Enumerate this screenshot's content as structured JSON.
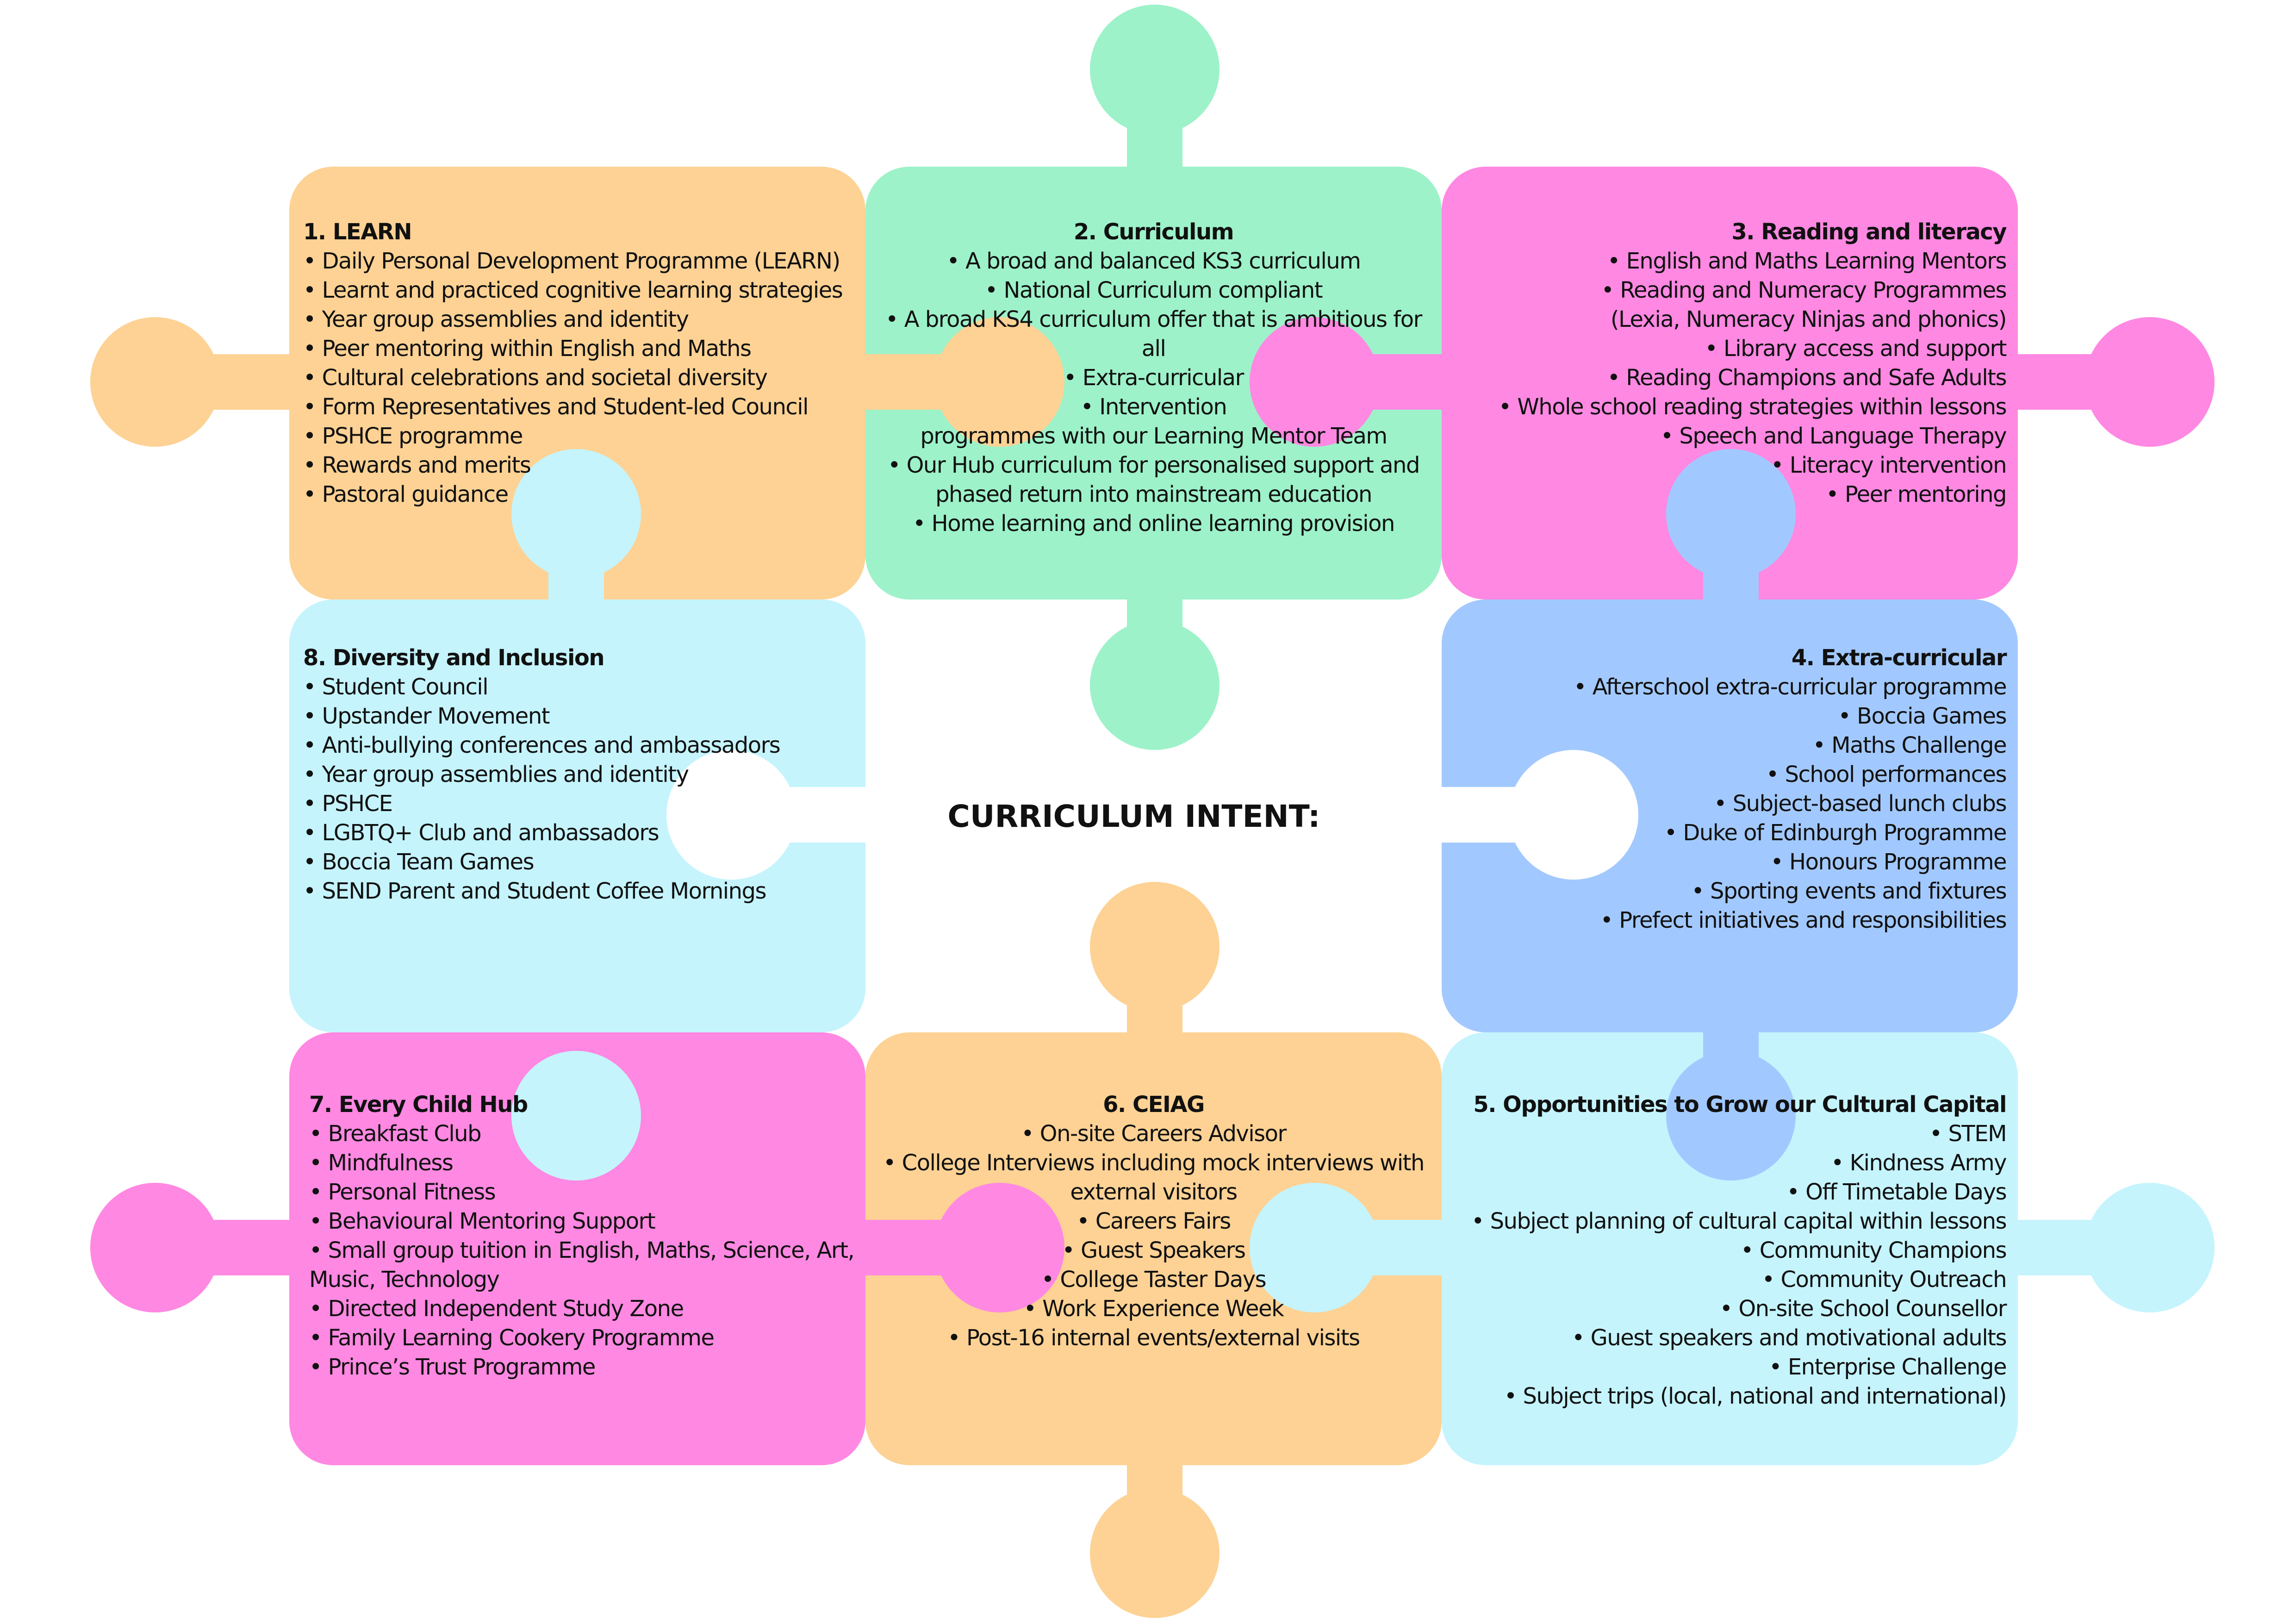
{
  "center_title": "CURRICULUM INTENT:",
  "colors": {
    "orange": "#fdd294",
    "green": "#9df2c9",
    "pink": "#ff88e2",
    "light_blue": "#c5f4fd",
    "blue": "#a2c9ff"
  },
  "pieces": [
    {
      "key": "learn",
      "title": "1. LEARN",
      "items": [
        "• Daily Personal Development Programme (LEARN)",
        "• Learnt and practiced cognitive learning strategies",
        "• Year group assemblies and identity",
        "• Peer mentoring within English and Maths",
        "• Cultural celebrations and societal diversity",
        "• Form Representatives and Student-led Council",
        "• PSHCE programme",
        "• Rewards and merits",
        "• Pastoral guidance"
      ]
    },
    {
      "key": "curriculum",
      "title": "2. Curriculum",
      "items": [
        "• A broad and balanced KS3 curriculum",
        "• National Curriculum compliant",
        "• A broad KS4 curriculum offer that is ambitious for all",
        "• Extra-curricular",
        "• Intervention",
        "programmes with our Learning Mentor Team",
        "• Our Hub curriculum for personalised support and phased return into mainstream education",
        "• Home learning and online learning provision"
      ]
    },
    {
      "key": "reading",
      "title": "3. Reading and literacy",
      "items": [
        "• English and Maths Learning Mentors",
        "• Reading and Numeracy Programmes",
        "(Lexia, Numeracy Ninjas and phonics)",
        "• Library access and support",
        "• Reading Champions and Safe Adults",
        "• Whole school reading strategies within lessons",
        "• Speech and Language Therapy",
        "• Literacy intervention",
        "• Peer mentoring"
      ]
    },
    {
      "key": "extra",
      "title": "4. Extra-curricular",
      "items": [
        "• Afterschool extra-curricular programme",
        "• Boccia Games",
        "• Maths Challenge",
        "• School performances",
        "• Subject-based lunch clubs",
        "• Duke of Edinburgh Programme",
        "• Honours Programme",
        "• Sporting events and fixtures",
        "• Prefect initiatives and responsibilities"
      ]
    },
    {
      "key": "cultural",
      "title": "5. Opportunities to Grow our Cultural Capital",
      "items": [
        "• STEM",
        "• Kindness Army",
        "• Off Timetable Days",
        "• Subject planning of cultural capital within lessons",
        "• Community Champions",
        "• Community Outreach",
        "• On-site School Counsellor",
        "• Guest speakers and motivational adults",
        "• Enterprise Challenge",
        "• Subject trips (local, national and international)"
      ]
    },
    {
      "key": "ceiag",
      "title": "6. CEIAG",
      "items": [
        "• On-site Careers Advisor",
        "• College Interviews including mock interviews with external visitors",
        "• Careers Fairs",
        "• Guest Speakers",
        "• College Taster Days",
        "• Work Experience Week",
        "• Post-16 internal events/external visits"
      ]
    },
    {
      "key": "hub",
      "title": "7. Every Child Hub",
      "items": [
        "• Breakfast Club",
        "• Mindfulness",
        "• Personal Fitness",
        "• Behavioural Mentoring Support",
        "• Small group tuition in English, Maths, Science, Art, Music, Technology",
        "• Directed Independent Study Zone",
        "• Family Learning Cookery Programme",
        "• Prince’s Trust Programme"
      ]
    },
    {
      "key": "diversity",
      "title": "8. Diversity and Inclusion",
      "items": [
        "• Student Council",
        "• Upstander Movement",
        "• Anti-bullying conferences and ambassadors",
        "• Year group assemblies and identity",
        "• PSHCE",
        "• LGBTQ+ Club and ambassadors",
        "• Boccia Team Games",
        "• SEND Parent and Student Coffee Mornings"
      ]
    }
  ]
}
